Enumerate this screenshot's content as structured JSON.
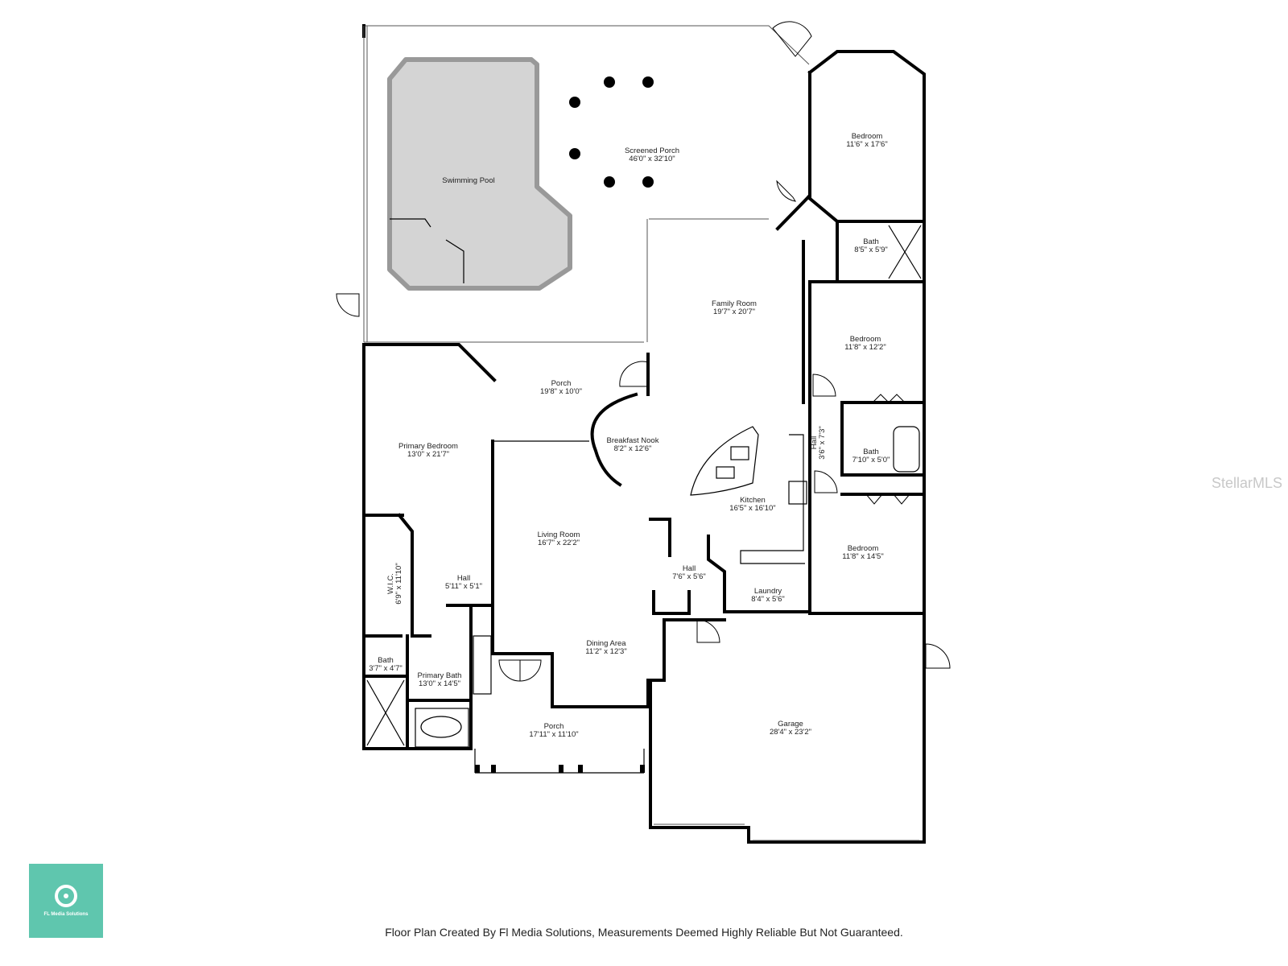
{
  "rooms": {
    "screened_porch": {
      "name": "Screened Porch",
      "dims": "46'0\" x 32'10\""
    },
    "swimming_pool": {
      "name": "Swimming Pool"
    },
    "bedroom_ne": {
      "name": "Bedroom",
      "dims": "11'6\" x 17'6\""
    },
    "bath_ne": {
      "name": "Bath",
      "dims": "8'5\" x 5'9\""
    },
    "family_room": {
      "name": "Family Room",
      "dims": "19'7\" x 20'7\""
    },
    "bedroom_e": {
      "name": "Bedroom",
      "dims": "11'8\" x 12'2\""
    },
    "porch_rear": {
      "name": "Porch",
      "dims": "19'8\" x 10'0\""
    },
    "breakfast_nook": {
      "name": "Breakfast Nook",
      "dims": "8'2\" x 12'6\""
    },
    "hall_e": {
      "name": "Hall",
      "dims": "3'6\" x 7'3\""
    },
    "bath_e": {
      "name": "Bath",
      "dims": "7'10\" x 5'0\""
    },
    "primary_bedroom": {
      "name": "Primary Bedroom",
      "dims": "13'0\" x 21'7\""
    },
    "kitchen": {
      "name": "Kitchen",
      "dims": "16'5\" x 16'10\""
    },
    "living_room": {
      "name": "Living Room",
      "dims": "16'7\" x 22'2\""
    },
    "bedroom_se": {
      "name": "Bedroom",
      "dims": "11'8\" x 14'5\""
    },
    "wic": {
      "name": "W.I.C.",
      "dims": "6'9\" x 11'10\""
    },
    "hall_w": {
      "name": "Hall",
      "dims": "5'11\" x 5'1\""
    },
    "hall_c": {
      "name": "Hall",
      "dims": "7'6\" x 5'6\""
    },
    "laundry": {
      "name": "Laundry",
      "dims": "8'4\" x 5'6\""
    },
    "dining_area": {
      "name": "Dining Area",
      "dims": "11'2\" x 12'3\""
    },
    "bath_w": {
      "name": "Bath",
      "dims": "3'7\" x 4'7\""
    },
    "primary_bath": {
      "name": "Primary Bath",
      "dims": "13'0\" x 14'5\""
    },
    "porch_front": {
      "name": "Porch",
      "dims": "17'11\" x 11'10\""
    },
    "garage": {
      "name": "Garage",
      "dims": "28'4\" x 23'2\""
    }
  },
  "footer": "Floor Plan Created By Fl Media Solutions, Measurements Deemed Highly Reliable But Not Guaranteed.",
  "logo": {
    "text": "FL Media Solutions",
    "color": "#5fc6ae"
  },
  "watermark": "StellarMLS",
  "colors": {
    "pool": "#d4d4d4",
    "wall": "#000000"
  }
}
